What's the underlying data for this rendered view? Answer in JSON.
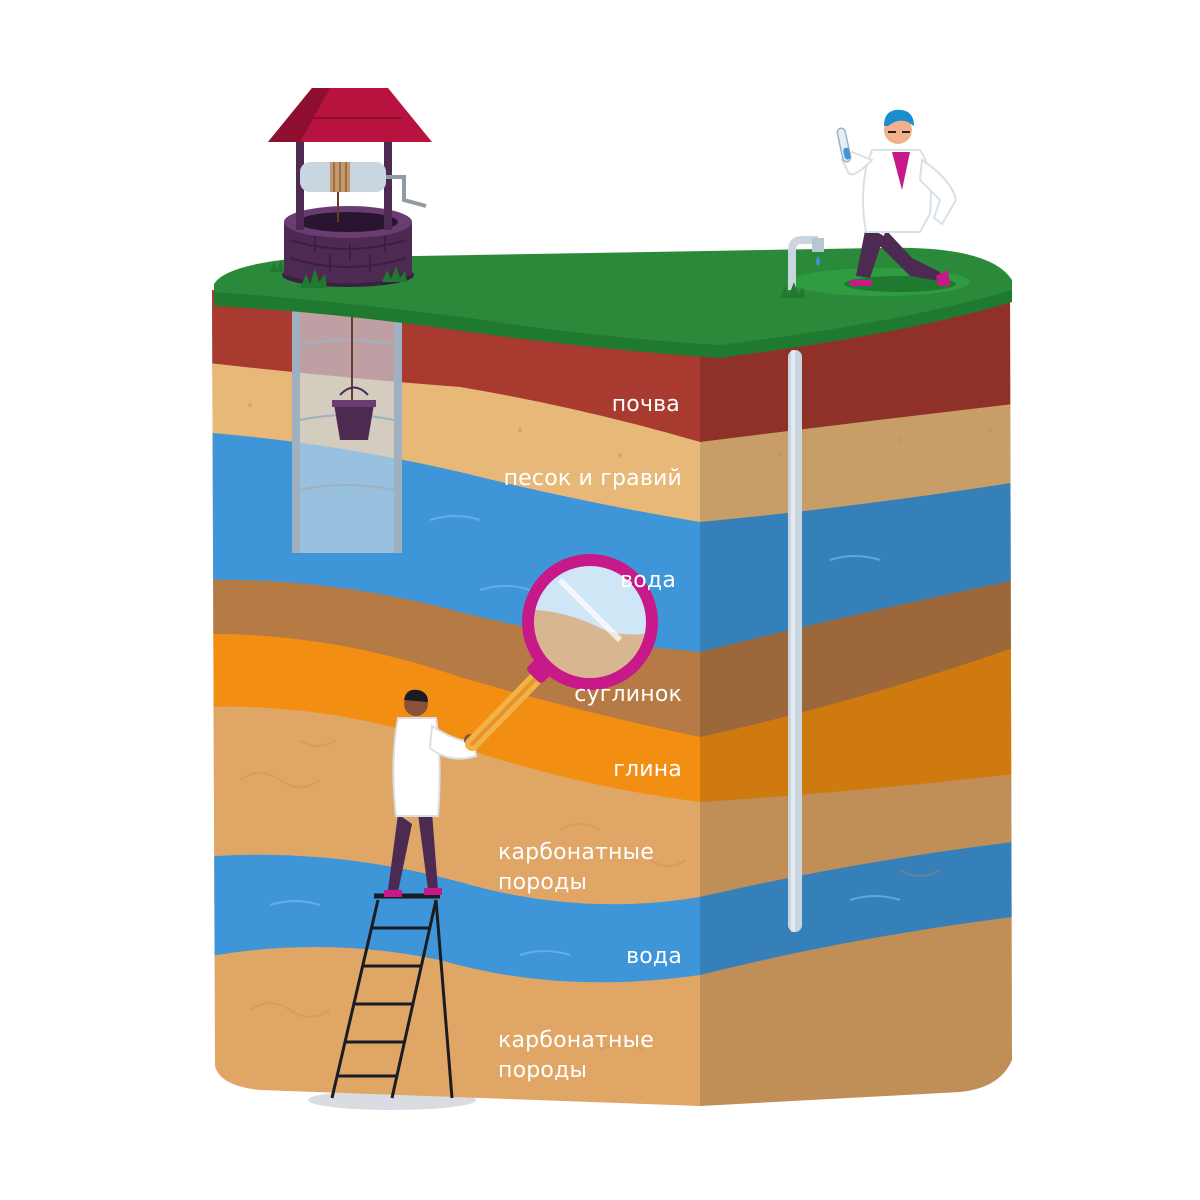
{
  "diagram": {
    "layers": [
      {
        "id": "soil",
        "label": "почва",
        "color": "#a83a30"
      },
      {
        "id": "sand",
        "label": "песок и гравий",
        "color": "#e8b878"
      },
      {
        "id": "water1",
        "label": "вода",
        "color": "#3e95d8"
      },
      {
        "id": "loam",
        "label": "суглинок",
        "color": "#b67a45"
      },
      {
        "id": "clay",
        "label": "глина",
        "color": "#f28e12"
      },
      {
        "id": "carbonate1",
        "label": "карбонатные породы",
        "label_lines": [
          "карбонатные",
          "породы"
        ],
        "color": "#e0a666"
      },
      {
        "id": "water2",
        "label": "вода",
        "color": "#3e95d8"
      },
      {
        "id": "carbonate2",
        "label": "карбонатные породы",
        "label_lines": [
          "карбонатные",
          "породы"
        ],
        "color": "#e0a666"
      }
    ],
    "colors": {
      "grass_top": "#2b8a3a",
      "grass_side": "#1f7a2f",
      "roof": "#b8123e",
      "well_stone": "#4c2a52",
      "magnifier": "#c8198a",
      "lab_coat": "#ffffff",
      "pipe": "#c9d6e0"
    },
    "icons": [
      "well-icon",
      "scientist-icon",
      "magnifier-icon",
      "ladder-icon",
      "faucet-icon",
      "bucket-icon",
      "test-tube-icon"
    ]
  }
}
